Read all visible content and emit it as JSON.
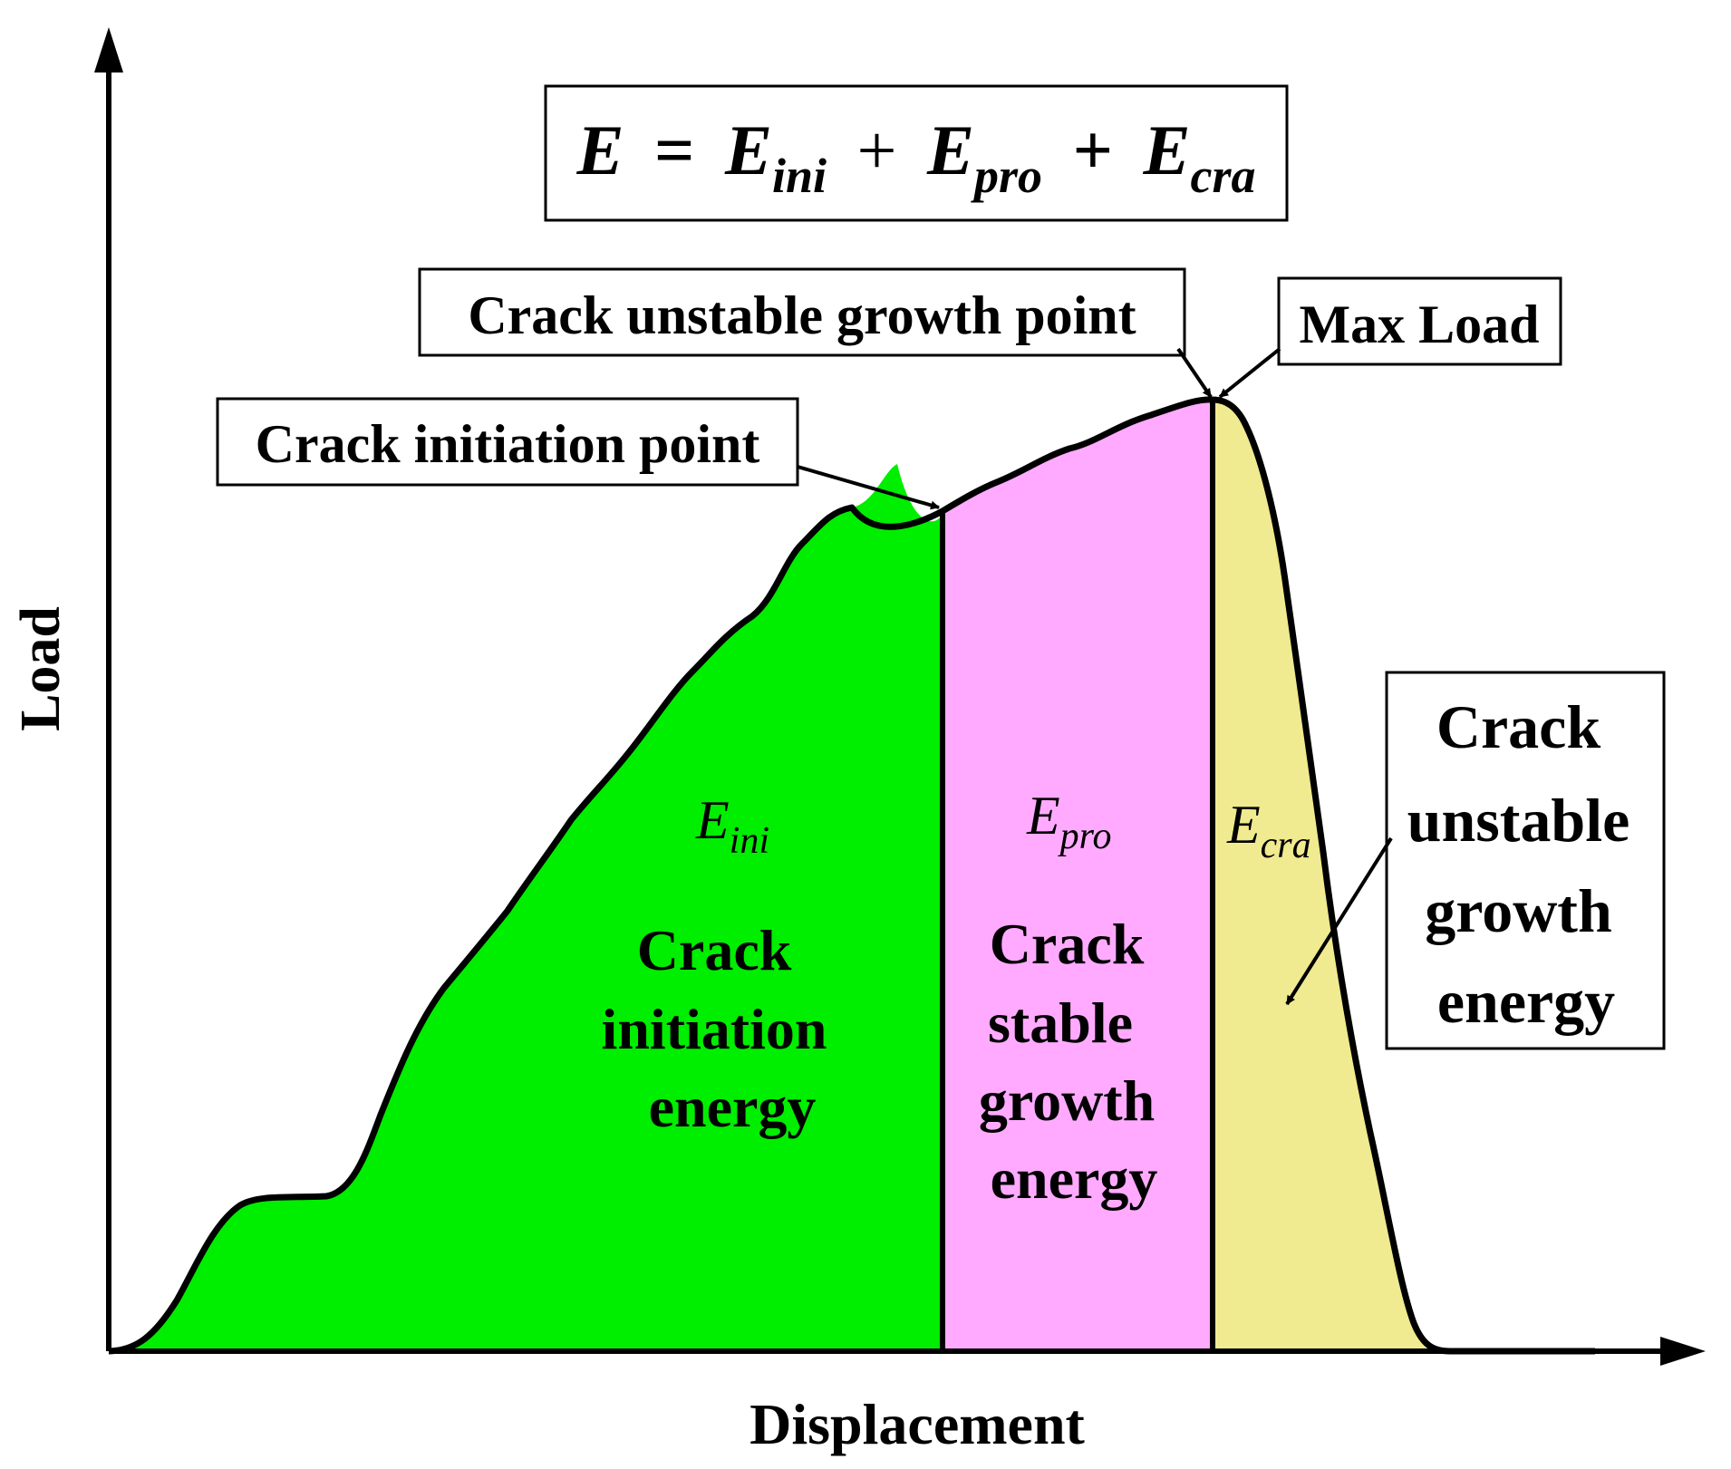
{
  "axes": {
    "y_label": "Load",
    "x_label": "Displacement"
  },
  "formula": {
    "lhs": "E",
    "eq": "=",
    "t1": "E",
    "t1_sub": "ini",
    "plus1": "+",
    "t2": "E",
    "t2_sub": "pro",
    "plus2": "+",
    "t3": "E",
    "t3_sub": "cra"
  },
  "callouts": {
    "initiation_point": "Crack initiation point",
    "unstable_point": "Crack unstable growth point",
    "max_load": "Max Load",
    "unstable_energy": [
      "Crack",
      "unstable",
      "growth",
      "energy"
    ]
  },
  "regions": {
    "ini": {
      "symbol": "E",
      "sub": "ini",
      "lines": [
        "Crack",
        "initiation",
        "energy"
      ],
      "color": "#00ee00"
    },
    "pro": {
      "symbol": "E",
      "sub": "pro",
      "lines": [
        "Crack",
        "stable",
        "growth",
        "energy"
      ],
      "color": "#ffaaff"
    },
    "cra": {
      "symbol": "E",
      "sub": "cra",
      "color": "#f0ea90"
    }
  }
}
